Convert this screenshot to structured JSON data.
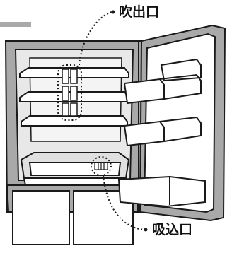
{
  "labels": {
    "outlet": "吹出口",
    "inlet": "吸込口"
  },
  "colors": {
    "line": "#1a1a1a",
    "panel_gray": "#a9a9a9",
    "interior_gray": "#e3e3e3",
    "background": "#ffffff"
  },
  "icons": [
    "refrigerator-diagram",
    "dotted-leader-line",
    "dot-marker"
  ]
}
